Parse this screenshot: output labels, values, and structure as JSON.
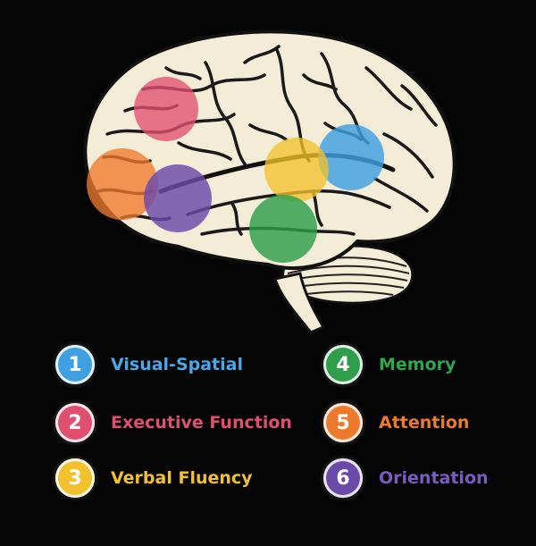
{
  "regions": [
    {
      "number": "1",
      "label": "Visual-Spatial",
      "color": "#3ea0e0"
    },
    {
      "number": "2",
      "label": "Executive Function",
      "color": "#e0506e"
    },
    {
      "number": "3",
      "label": "Verbal Fluency",
      "color": "#f2c12e"
    },
    {
      "number": "4",
      "label": "Memory",
      "color": "#2e9e4a"
    },
    {
      "number": "5",
      "label": "Attention",
      "color": "#ee7a2e"
    },
    {
      "number": "6",
      "label": "Orientation",
      "color": "#6a4aa8"
    }
  ],
  "colors": {
    "background": "#000000",
    "brain": "#f3ecd6",
    "outline": "#111111"
  }
}
